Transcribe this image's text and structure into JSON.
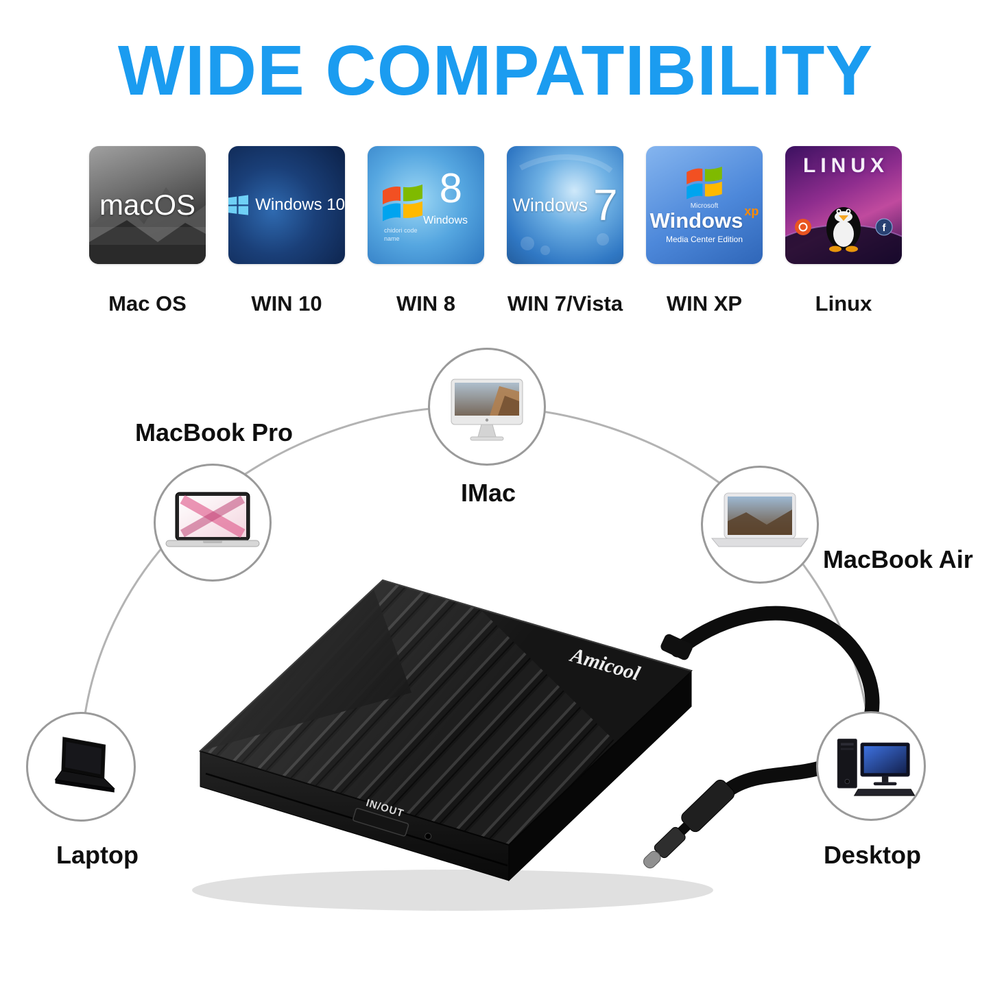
{
  "title": "WIDE COMPATIBILITY",
  "accent_colors": {
    "title_blue": "#1B9CF0",
    "xp_orange": "#FF8A00",
    "windows_flag": [
      "#F25022",
      "#7FBA00",
      "#00A4EF",
      "#FFB900"
    ]
  },
  "os_tiles": [
    {
      "id": "macos",
      "caption": "Mac OS",
      "texts": {
        "main": "macOS"
      }
    },
    {
      "id": "windows10",
      "caption": "WIN 10",
      "texts": {
        "main": "Windows 10"
      }
    },
    {
      "id": "windows8",
      "caption": "WIN 8",
      "texts": {
        "number": "8",
        "brand": "Windows",
        "micro": "chidori code name"
      }
    },
    {
      "id": "windows7",
      "caption": "WIN 7/Vista",
      "texts": {
        "brand": "Windows",
        "number": "7"
      }
    },
    {
      "id": "windowsxp",
      "caption": "WIN XP",
      "texts": {
        "micro": "Microsoft",
        "brand": "Windows",
        "edition": "xp",
        "sub": "Media Center Edition"
      }
    },
    {
      "id": "linux",
      "caption": "Linux",
      "texts": {
        "main": "LINUX",
        "fedora_glyph": "f"
      }
    }
  ],
  "devices": [
    {
      "id": "macbook-pro",
      "label": "MacBook Pro"
    },
    {
      "id": "imac",
      "label": "IMac"
    },
    {
      "id": "macbook-air",
      "label": "MacBook Air"
    },
    {
      "id": "laptop",
      "label": "Laptop"
    },
    {
      "id": "desktop",
      "label": "Desktop"
    }
  ],
  "product": {
    "brand": "Amicool",
    "port_label": "IN/OUT"
  }
}
